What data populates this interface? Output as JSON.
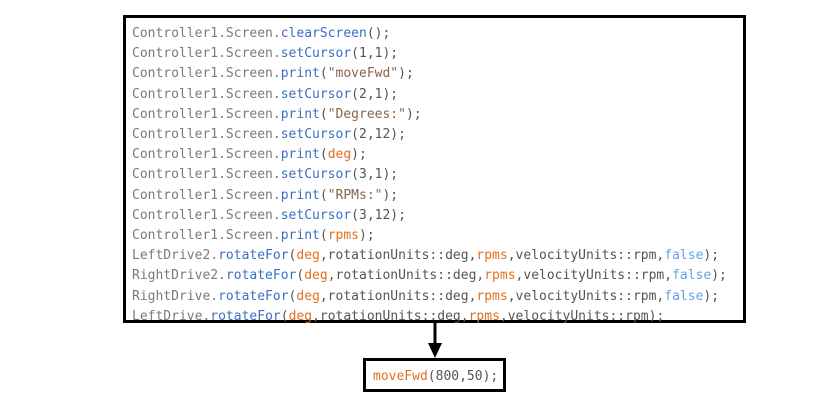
{
  "main_block": {
    "lines": [
      [
        [
          "obj",
          "Controller1.Screen."
        ],
        [
          "method",
          "clearScreen"
        ],
        [
          "punct",
          "();"
        ]
      ],
      [
        [
          "obj",
          "Controller1.Screen."
        ],
        [
          "method",
          "setCursor"
        ],
        [
          "punct",
          "(1,1);"
        ]
      ],
      [
        [
          "obj",
          "Controller1.Screen."
        ],
        [
          "method",
          "print"
        ],
        [
          "punct",
          "("
        ],
        [
          "string",
          "\"moveFwd\""
        ],
        [
          "punct",
          ");"
        ]
      ],
      [
        [
          "obj",
          "Controller1.Screen."
        ],
        [
          "method",
          "setCursor"
        ],
        [
          "punct",
          "(2,1);"
        ]
      ],
      [
        [
          "obj",
          "Controller1.Screen."
        ],
        [
          "method",
          "print"
        ],
        [
          "punct",
          "("
        ],
        [
          "string",
          "\"Degrees:\""
        ],
        [
          "punct",
          ");"
        ]
      ],
      [
        [
          "obj",
          "Controller1.Screen."
        ],
        [
          "method",
          "setCursor"
        ],
        [
          "punct",
          "(2,12);"
        ]
      ],
      [
        [
          "obj",
          "Controller1.Screen."
        ],
        [
          "method",
          "print"
        ],
        [
          "punct",
          "("
        ],
        [
          "var",
          "deg"
        ],
        [
          "punct",
          ");"
        ]
      ],
      [
        [
          "obj",
          "Controller1.Screen."
        ],
        [
          "method",
          "setCursor"
        ],
        [
          "punct",
          "(3,1);"
        ]
      ],
      [
        [
          "obj",
          "Controller1.Screen."
        ],
        [
          "method",
          "print"
        ],
        [
          "punct",
          "("
        ],
        [
          "string",
          "\"RPMs:\""
        ],
        [
          "punct",
          ");"
        ]
      ],
      [
        [
          "obj",
          "Controller1.Screen."
        ],
        [
          "method",
          "setCursor"
        ],
        [
          "punct",
          "(3,12);"
        ]
      ],
      [
        [
          "obj",
          "Controller1.Screen."
        ],
        [
          "method",
          "print"
        ],
        [
          "punct",
          "("
        ],
        [
          "var",
          "rpms"
        ],
        [
          "punct",
          ");"
        ]
      ],
      [
        [
          "obj",
          "LeftDrive2."
        ],
        [
          "method",
          "rotateFor"
        ],
        [
          "punct",
          "("
        ],
        [
          "var",
          "deg"
        ],
        [
          "punct",
          ",rotationUnits::deg,"
        ],
        [
          "var",
          "rpms"
        ],
        [
          "punct",
          ",velocityUnits::rpm,"
        ],
        [
          "bool",
          "false"
        ],
        [
          "punct",
          ");"
        ]
      ],
      [
        [
          "obj",
          "RightDrive2."
        ],
        [
          "method",
          "rotateFor"
        ],
        [
          "punct",
          "("
        ],
        [
          "var",
          "deg"
        ],
        [
          "punct",
          ",rotationUnits::deg,"
        ],
        [
          "var",
          "rpms"
        ],
        [
          "punct",
          ",velocityUnits::rpm,"
        ],
        [
          "bool",
          "false"
        ],
        [
          "punct",
          ");"
        ]
      ],
      [
        [
          "obj",
          "RightDrive."
        ],
        [
          "method",
          "rotateFor"
        ],
        [
          "punct",
          "("
        ],
        [
          "var",
          "deg"
        ],
        [
          "punct",
          ",rotationUnits::deg,"
        ],
        [
          "var",
          "rpms"
        ],
        [
          "punct",
          ",velocityUnits::rpm,"
        ],
        [
          "bool",
          "false"
        ],
        [
          "punct",
          ");"
        ]
      ],
      [
        [
          "obj",
          "LeftDrive."
        ],
        [
          "method",
          "rotateFor"
        ],
        [
          "punct",
          "("
        ],
        [
          "var",
          "deg"
        ],
        [
          "punct",
          ",rotationUnits::deg,"
        ],
        [
          "var",
          "rpms"
        ],
        [
          "punct",
          ",velocityUnits::rpm);"
        ]
      ]
    ]
  },
  "call_block": {
    "lines": [
      [
        [
          "var",
          "moveFwd"
        ],
        [
          "punct",
          "(800,50);"
        ]
      ]
    ]
  }
}
